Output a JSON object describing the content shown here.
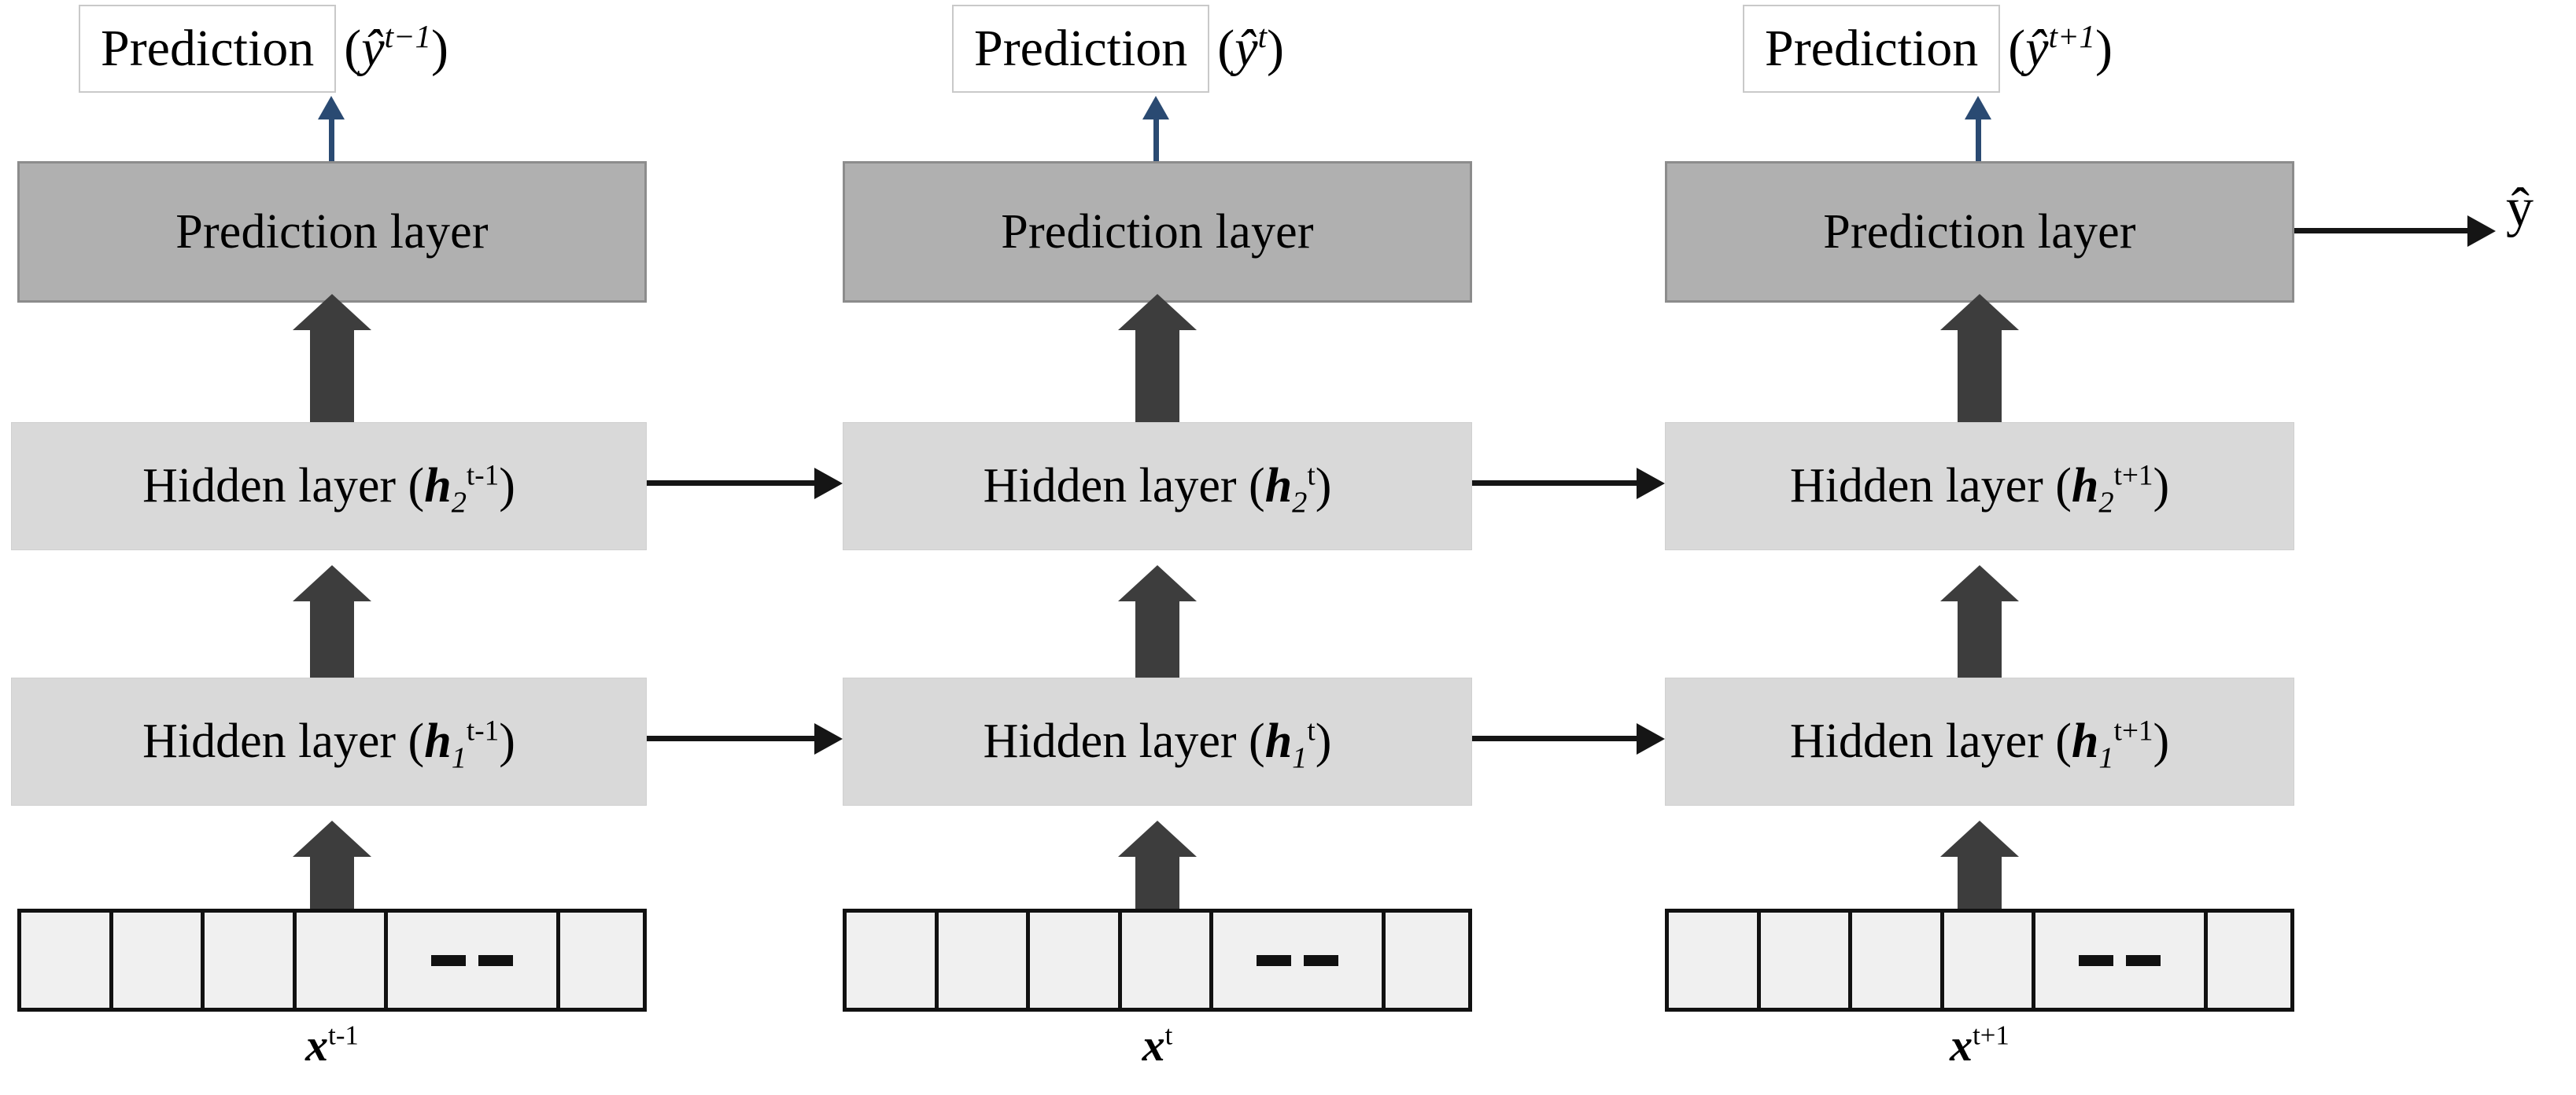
{
  "diagram": {
    "title": "Stacked recurrent neural network unrolled over time steps",
    "colors": {
      "prediction_layer_fill": "#b0b0b0",
      "prediction_layer_border": "#8c8c8c",
      "hidden_layer_fill": "#d9d9d9",
      "input_cell_fill": "#f0f0f0",
      "input_cell_border": "#111111",
      "thick_arrow": "#3d3d3d",
      "blue_arrow": "#2a4a72",
      "thin_arrow": "#151515",
      "caption_box_border": "#c9c9c9",
      "background": "#ffffff"
    },
    "final_output": {
      "label_base": "y",
      "label_full": "ŷ"
    },
    "timesteps": [
      {
        "id": "t-minus-1",
        "prediction_caption": {
          "boxed_text": "Prediction",
          "math_open": "(",
          "math_var": "ŷ",
          "math_sup": "t−1",
          "math_close": ")"
        },
        "prediction_layer_label": "Prediction layer",
        "hidden_layer_2": {
          "text": "Hidden layer (",
          "var": "h",
          "sub": "2",
          "sup": "t-1",
          "close": ")"
        },
        "hidden_layer_1": {
          "text": "Hidden layer (",
          "var": "h",
          "sub": "1",
          "sup": "t-1",
          "close": ")"
        },
        "input_label": {
          "var": "x",
          "sup": "t-1"
        },
        "input_cells": [
          "",
          "",
          "",
          "",
          "dashes",
          ""
        ]
      },
      {
        "id": "t",
        "prediction_caption": {
          "boxed_text": "Prediction",
          "math_open": "(",
          "math_var": "ŷ",
          "math_sup": "t",
          "math_close": ")"
        },
        "prediction_layer_label": "Prediction layer",
        "hidden_layer_2": {
          "text": "Hidden layer (",
          "var": "h",
          "sub": "2",
          "sup": "t",
          "close": ")"
        },
        "hidden_layer_1": {
          "text": "Hidden layer (",
          "var": "h",
          "sub": "1",
          "sup": "t",
          "close": ")"
        },
        "input_label": {
          "var": "x",
          "sup": "t"
        },
        "input_cells": [
          "",
          "",
          "",
          "",
          "dashes",
          ""
        ]
      },
      {
        "id": "t-plus-1",
        "prediction_caption": {
          "boxed_text": "Prediction",
          "math_open": "(",
          "math_var": "ŷ",
          "math_sup": "t+1",
          "math_close": ")"
        },
        "prediction_layer_label": "Prediction layer",
        "hidden_layer_2": {
          "text": "Hidden layer (",
          "var": "h",
          "sub": "2",
          "sup": "t+1",
          "close": ")"
        },
        "hidden_layer_1": {
          "text": "Hidden layer (",
          "var": "h",
          "sub": "1",
          "sup": "t+1",
          "close": ")"
        },
        "input_label": {
          "var": "x",
          "sup": "t+1"
        },
        "input_cells": [
          "",
          "",
          "",
          "",
          "dashes",
          ""
        ]
      }
    ]
  }
}
